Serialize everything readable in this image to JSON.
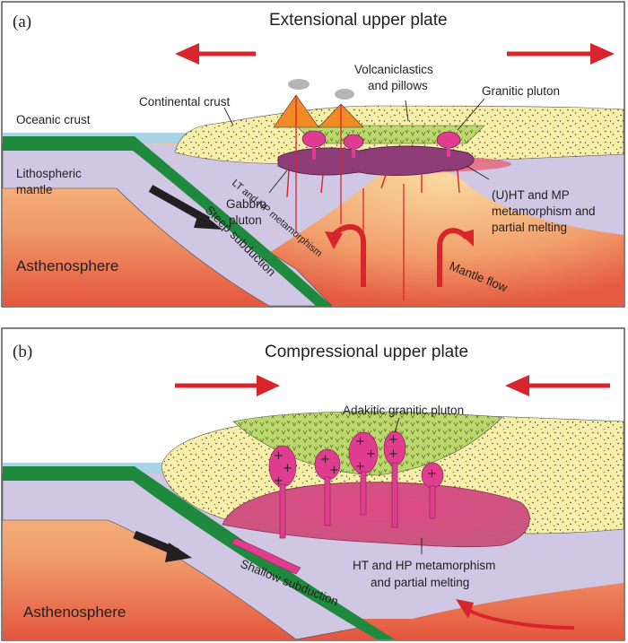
{
  "panel_a": {
    "panel_label": "(a)",
    "title": "Extensional upper plate",
    "labels": {
      "oceanic_crust": "Oceanic crust",
      "lithospheric_mantle_line1": "Lithospheric",
      "lithospheric_mantle_line2": "mantle",
      "asthenosphere": "Asthenosphere",
      "continental_crust": "Continental crust",
      "volcaniclastics_line1": "Volcaniclastics",
      "volcaniclastics_line2": "and pillows",
      "granitic_pluton": "Granitic pluton",
      "gabbro_line1": "Gabbro",
      "gabbro_line2": "pluton",
      "metamorphism_line1": "(U)HT and MP",
      "metamorphism_line2": "metamorphism and",
      "metamorphism_line3": "partial melting",
      "mantle_flow": "Mantle flow",
      "steep_subduction": "Steep subduction",
      "lt_hp_metamorphism": "LT and HP metamorphism"
    }
  },
  "panel_b": {
    "panel_label": "(b)",
    "title": "Compressional upper plate",
    "labels": {
      "adakitic_pluton": "Adakitic granitic pluton",
      "metamorphism_line1": "HT and HP metamorphism",
      "metamorphism_line2": "and  partial melting",
      "shallow_subduction": "Shallow subduction",
      "asthenosphere": "Asthenosphere"
    }
  },
  "colors": {
    "sea": "#a9d3e6",
    "oceanic_crust": "#1f8a3d",
    "lithospheric_mantle": "#cfc7e3",
    "asthenosphere_top": "#f6c184",
    "asthenosphere_bottom": "#e8654a",
    "continental_crust": "#f7efa7",
    "volcanics": "#b8d66a",
    "pluton": "#e03d90",
    "gabbro": "#8e3d78",
    "melt": "#d74f7c",
    "arrow_red": "#d7262b",
    "arrow_black": "#231f20"
  }
}
